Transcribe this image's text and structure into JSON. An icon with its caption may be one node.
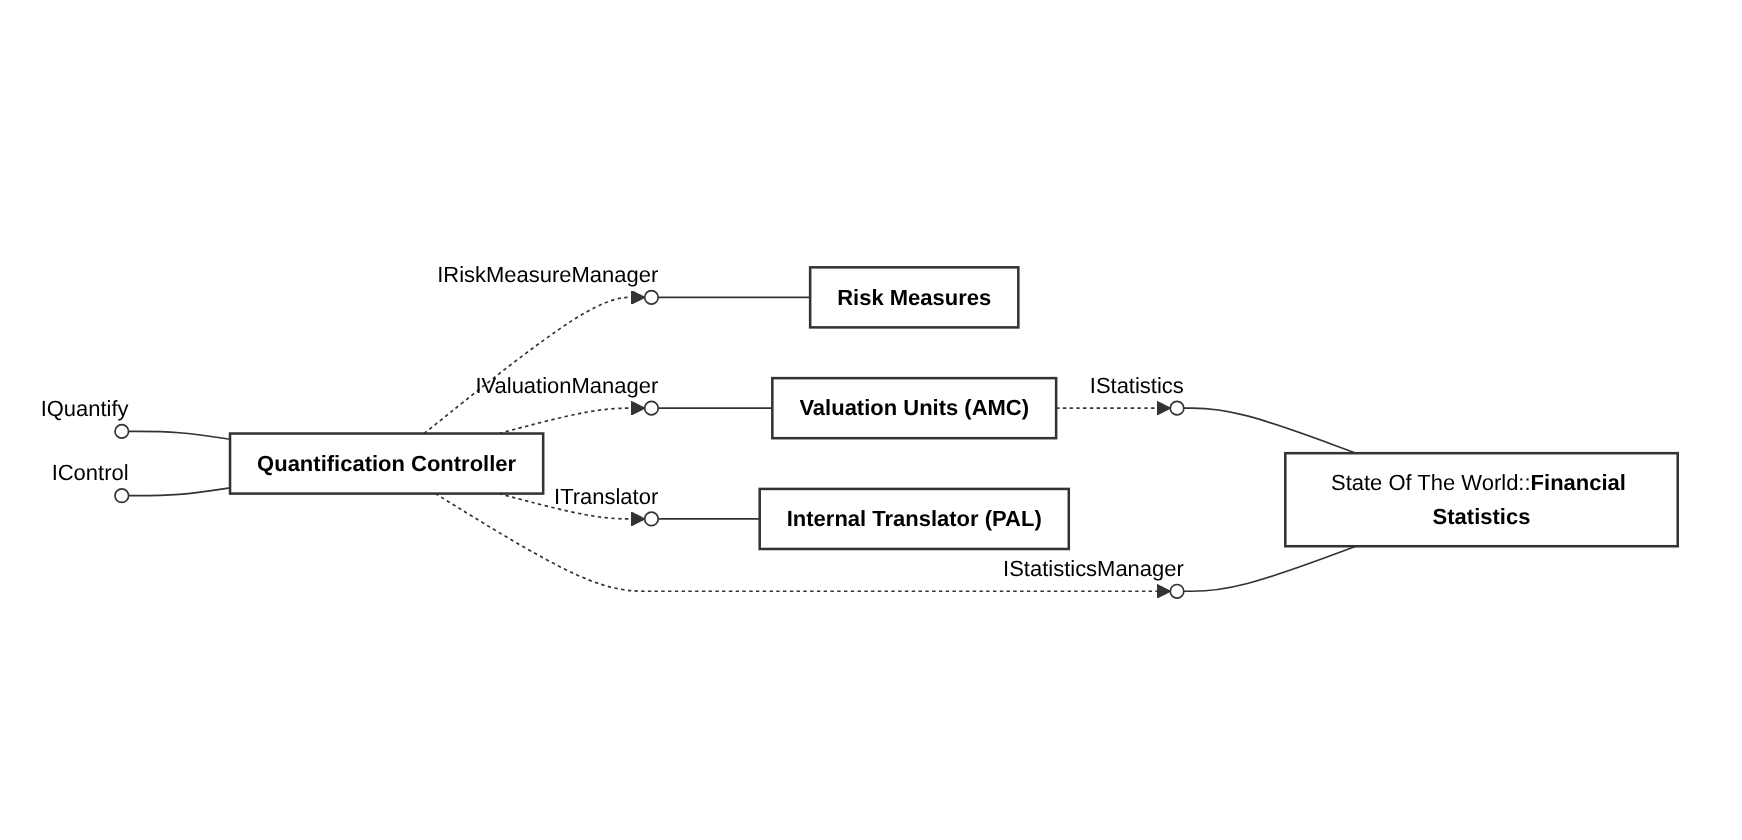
{
  "diagram": {
    "nodes": [
      {
        "text": [],
        "shape": "circle",
        "beside": [
          "IRiskMeasureManager"
        ]
      },
      {
        "text": [
          "Risk Measures"
        ]
      },
      {
        "text": [],
        "shape": "circle",
        "beside": [
          "IValuationManager"
        ]
      },
      {
        "text": [
          "Valuation Units (AMC)"
        ]
      },
      {
        "text": [],
        "shape": "circle",
        "beside": [
          "IQuantify"
        ]
      },
      {
        "text": [],
        "shape": "circle",
        "beside": [
          "IControl"
        ]
      },
      {
        "text": [
          "Quantification Controller"
        ]
      },
      {
        "text": [],
        "shape": "circle",
        "beside": [
          "IStatistics"
        ]
      },
      {
        "text": [
          "State Of The World::**Financial Statistics**"
        ]
      },
      {
        "text": [],
        "shape": "circle",
        "beside": [
          "IStatisticsManager"
        ]
      },
      {
        "text": [],
        "shape": "circle",
        "beside": [
          "ITranslator"
        ]
      },
      {
        "text": [
          "Internal Translator (PAL)"
        ]
      }
    ],
    "edges": [
      {
        "from": 4,
        "to": 6,
        "arrow": "none"
      },
      {
        "from": 5,
        "to": 6,
        "arrow": "none"
      },
      {
        "from": 6,
        "to": 0,
        "arrow": "to",
        "style": "dashed"
      },
      {
        "from": 6,
        "to": 2,
        "arrow": "to",
        "style": "dashed"
      },
      {
        "from": 6,
        "to": 9,
        "arrow": "to",
        "style": "dashed"
      },
      {
        "from": 6,
        "to": 10,
        "arrow": "to",
        "style": "dashed"
      },
      {
        "from": 3,
        "to": 7,
        "arrow": "to",
        "style": "dashed"
      },
      {
        "from": 0,
        "to": 1,
        "arrow": "none"
      },
      {
        "from": 2,
        "to": 3,
        "arrow": "none"
      },
      {
        "from": 7,
        "to": 8,
        "arrow": "none"
      },
      {
        "from": 9,
        "to": 8,
        "arrow": "none"
      },
      {
        "from": 10,
        "to": 11,
        "arrow": "none"
      }
    ]
  }
}
